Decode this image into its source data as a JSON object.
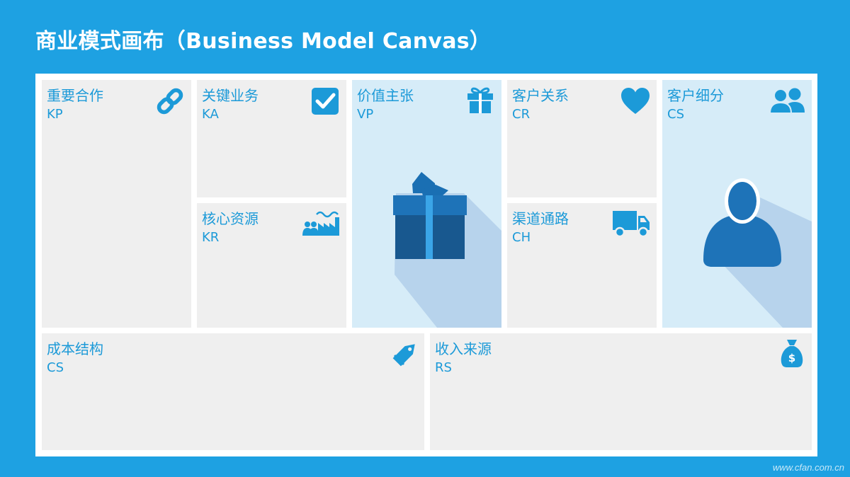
{
  "title": "商业模式画布（Business Model Canvas）",
  "blocks": {
    "kp": {
      "name": "重要合作",
      "code": "KP",
      "icon": "link-icon"
    },
    "ka": {
      "name": "关键业务",
      "code": "KA",
      "icon": "checkbox-icon"
    },
    "kr": {
      "name": "核心资源",
      "code": "KR",
      "icon": "resources-icon"
    },
    "vp": {
      "name": "价值主张",
      "code": "VP",
      "icon": "gift-icon"
    },
    "cr": {
      "name": "客户关系",
      "code": "CR",
      "icon": "heart-icon"
    },
    "ch": {
      "name": "渠道通路",
      "code": "CH",
      "icon": "truck-icon"
    },
    "cs_segments": {
      "name": "客户细分",
      "code": "CS",
      "icon": "users-icon"
    },
    "cost": {
      "name": "成本结构",
      "code": "CS",
      "icon": "price-tag-icon"
    },
    "revenue": {
      "name": "收入来源",
      "code": "RS",
      "icon": "money-bag-icon"
    }
  },
  "watermark": "www.cfan.com.cn",
  "colors": {
    "background": "#1ea1e2",
    "cell": "#efefef",
    "highlight_cell": "#d6ecf8",
    "text": "#1c9ad8",
    "icon": "#1c9ad8",
    "art_dark": "#18588f",
    "art_mid": "#1e73b8",
    "art_accent": "#3aa5e8"
  }
}
